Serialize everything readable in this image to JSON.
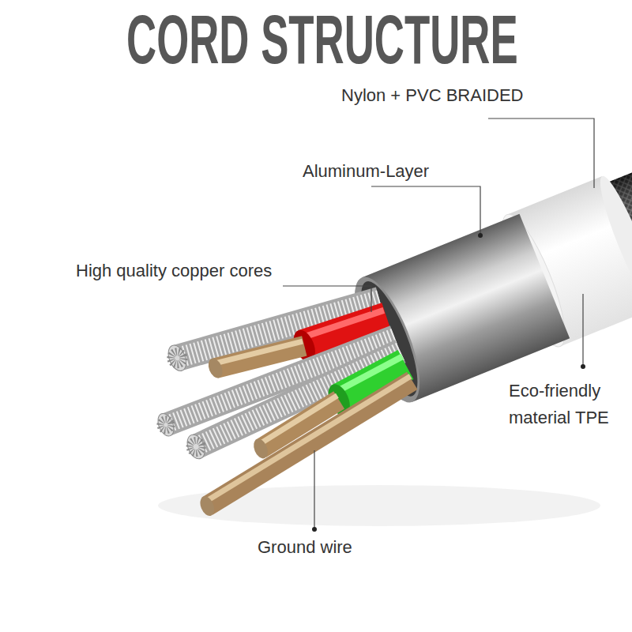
{
  "diagram": {
    "title": "CORD STRUCTURE",
    "labels": [
      "Nylon + PVC BRAIDED",
      "Aluminum-Layer",
      "High quality copper cores",
      "Eco-friendly material TPE",
      "Ground wire"
    ]
  }
}
